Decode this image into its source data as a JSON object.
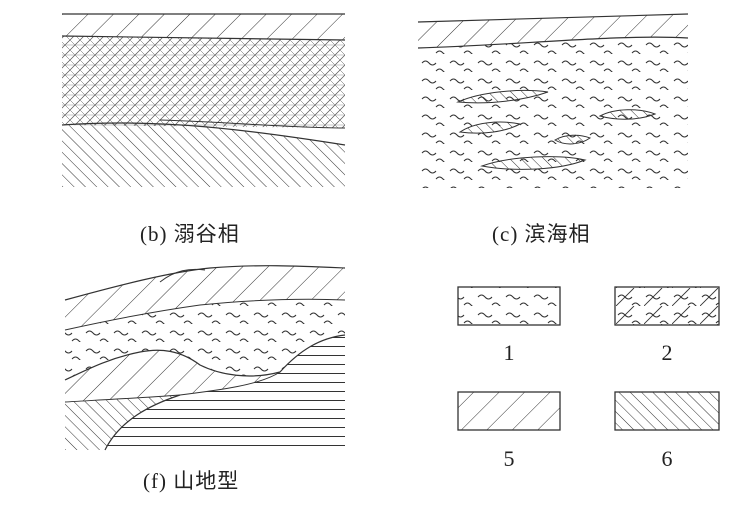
{
  "panels": {
    "b": {
      "caption": "(b) 溺谷相"
    },
    "c": {
      "caption": "(c) 滨海相"
    },
    "f": {
      "caption": "(f) 山地型"
    }
  },
  "legend": [
    {
      "label": "1",
      "pattern": "wave"
    },
    {
      "label": "2",
      "pattern": "wave-diagonal"
    },
    {
      "label": "5",
      "pattern": "diagonal-sparse"
    },
    {
      "label": "6",
      "pattern": "diagonal-dense"
    }
  ],
  "colors": {
    "ink": "#222222",
    "paper": "#ffffff"
  }
}
